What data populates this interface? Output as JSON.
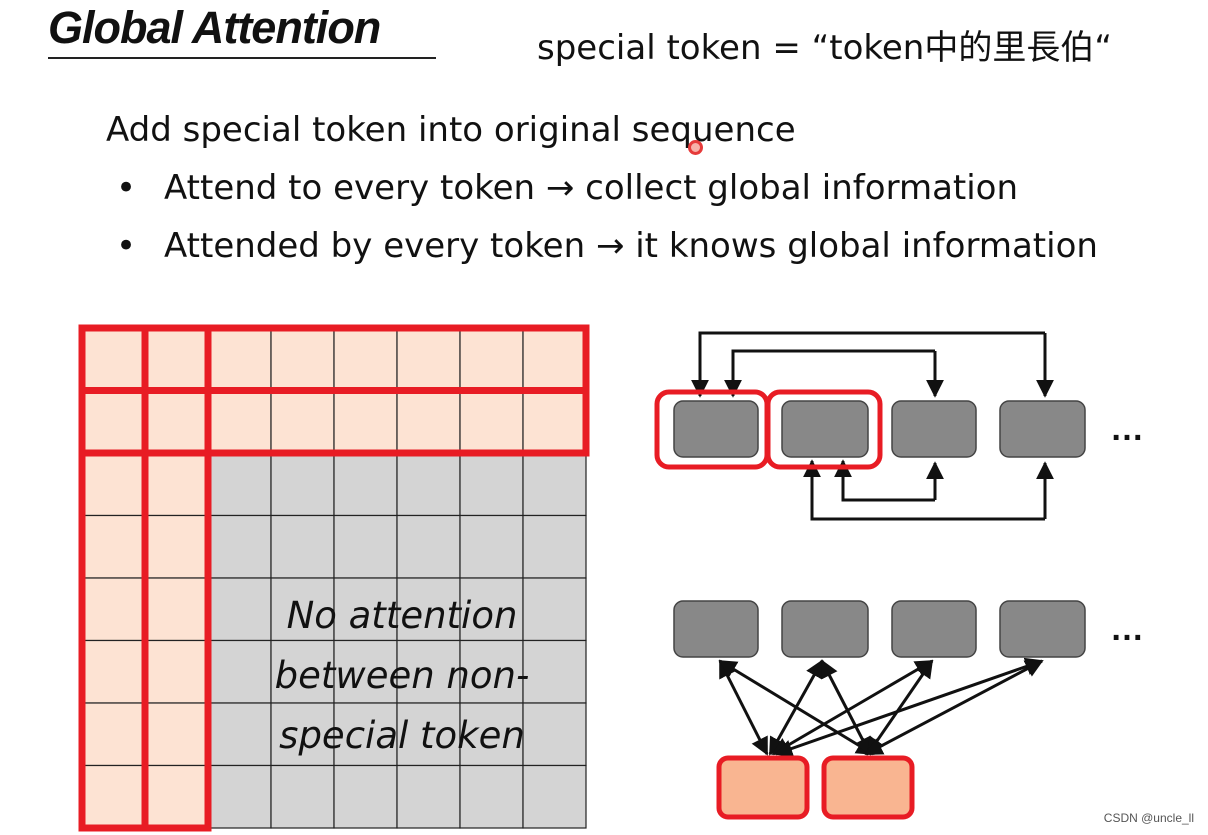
{
  "header": {
    "title": "Global Attention",
    "subtitle": "special token = “token中的里長伯“"
  },
  "body": {
    "lead": "Add special token into original sequence",
    "bullets": [
      {
        "marker": "•",
        "text": "Attend to every token → collect global information"
      },
      {
        "marker": "•",
        "text": "Attended by every token → it knows global information"
      }
    ]
  },
  "matrix": {
    "label_lines": [
      "No attention",
      "between non-",
      "special token"
    ],
    "special_fill": "#fde3d3",
    "normal_fill": "#d4d4d4",
    "highlight_color": "#e81c24"
  },
  "diagrams": {
    "ellipsis": "…",
    "node_fill": "#888888",
    "special_node_fill": "#f9b591"
  },
  "watermark": "CSDN @uncle_ll"
}
